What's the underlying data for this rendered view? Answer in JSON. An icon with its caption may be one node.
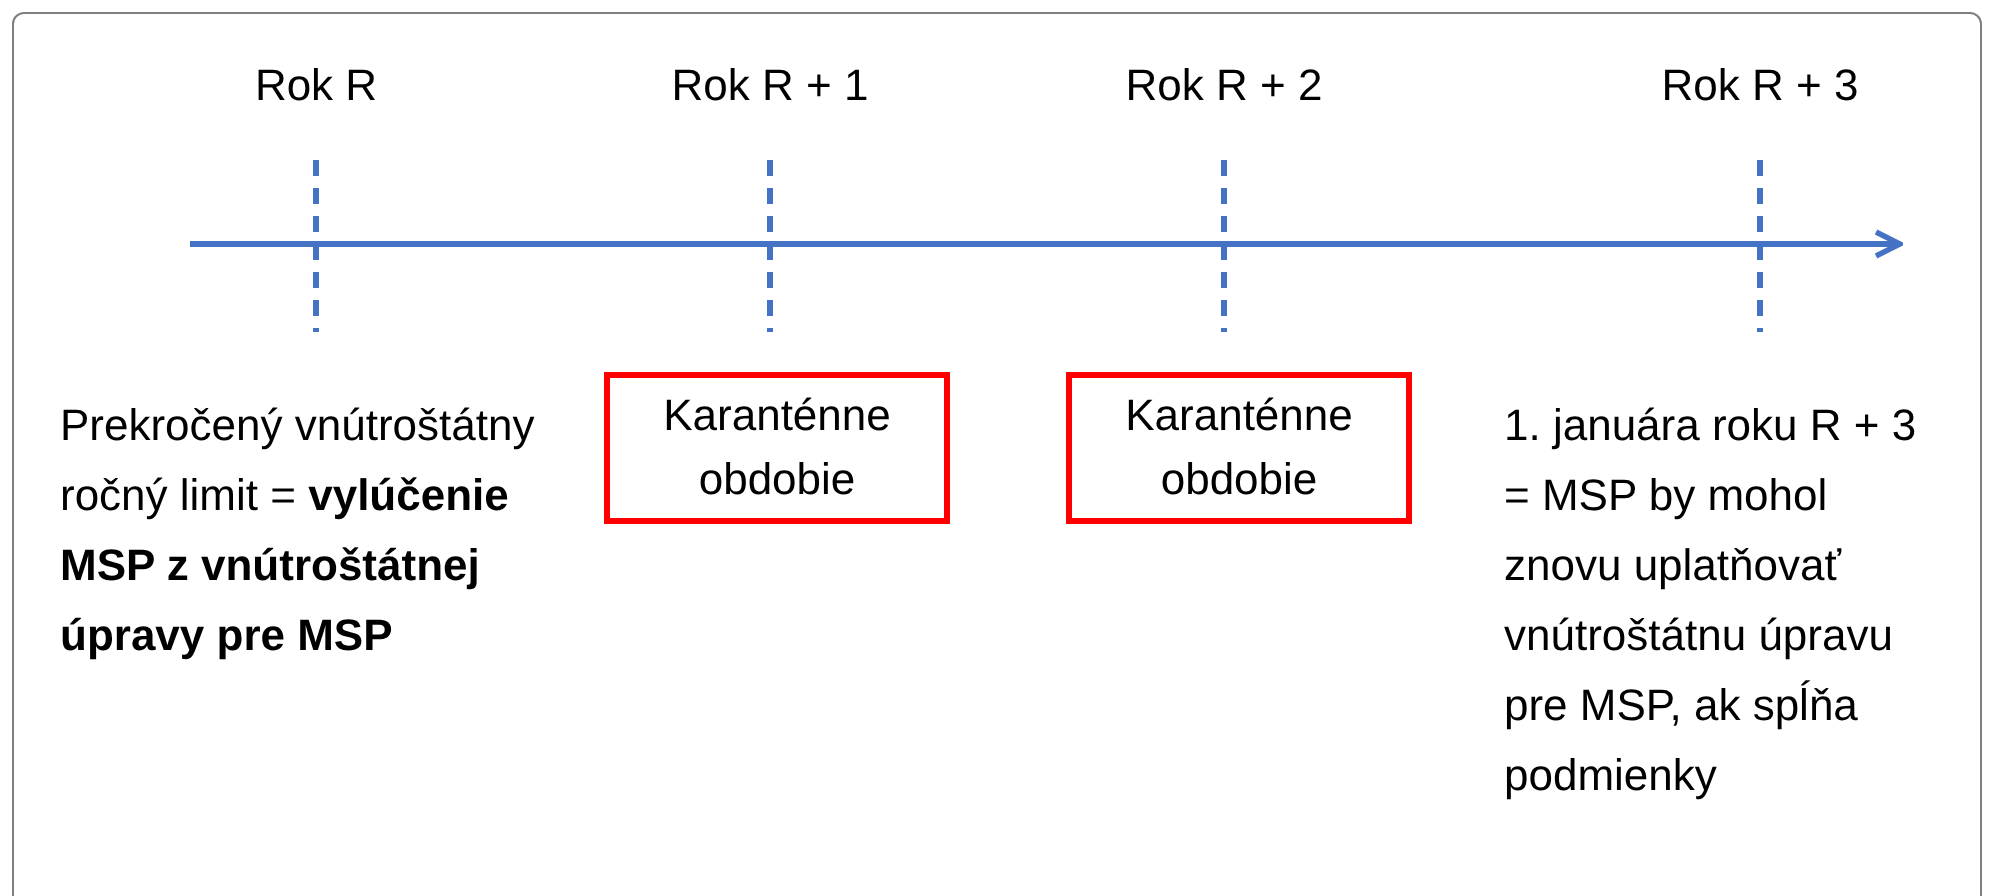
{
  "diagram": {
    "nodes": [
      {
        "text": [
          "Karanténne obdobie"
        ]
      },
      {
        "text": [
          "Karanténne obdobie"
        ]
      }
    ],
    "labels": [
      "Rok R",
      "Rok R + 1",
      "Rok R + 2",
      "Rok R + 3",
      "Prekročený vnútroštátny ročný limit = **vylúčenie MSP z vnútroštátnej úpravy pre MSP**",
      "1. januára roku R + 3 = MSP by mohol znovu uplatňovať vnútroštátnu úpravu pre MSP, ak spĺňa podmienky"
    ]
  }
}
